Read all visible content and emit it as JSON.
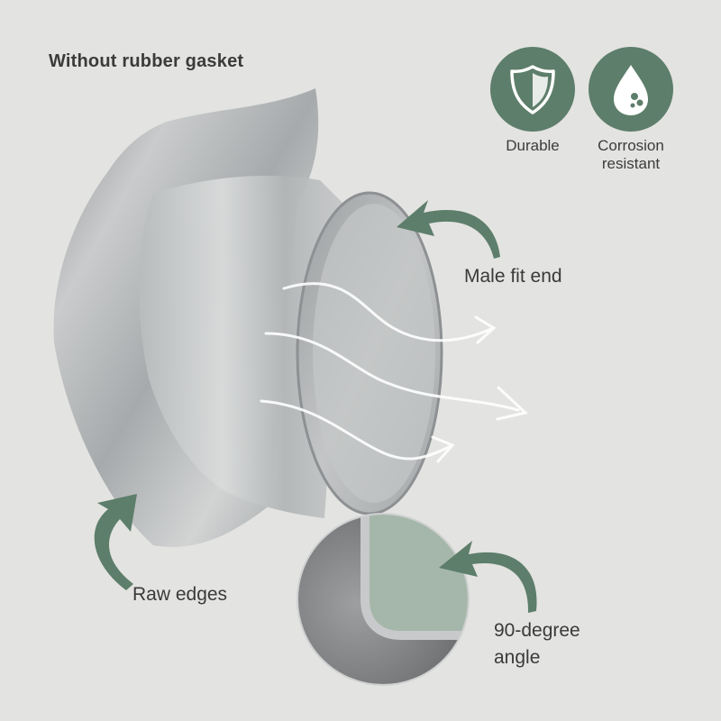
{
  "heading": "Without rubber gasket",
  "features": [
    {
      "icon": "shield-icon",
      "label": "Durable"
    },
    {
      "icon": "droplet-icon",
      "label": "Corrosion resistant",
      "line1": "Corrosion",
      "line2": "resistant"
    }
  ],
  "callouts": {
    "male_fit_end": "Male fit end",
    "raw_edges": "Raw edges",
    "angle_line1": "90-degree",
    "angle_line2": "angle"
  },
  "colors": {
    "background": "#e3e3e1",
    "accent_green": "#5d7e6a",
    "text": "#3b3b3b"
  }
}
